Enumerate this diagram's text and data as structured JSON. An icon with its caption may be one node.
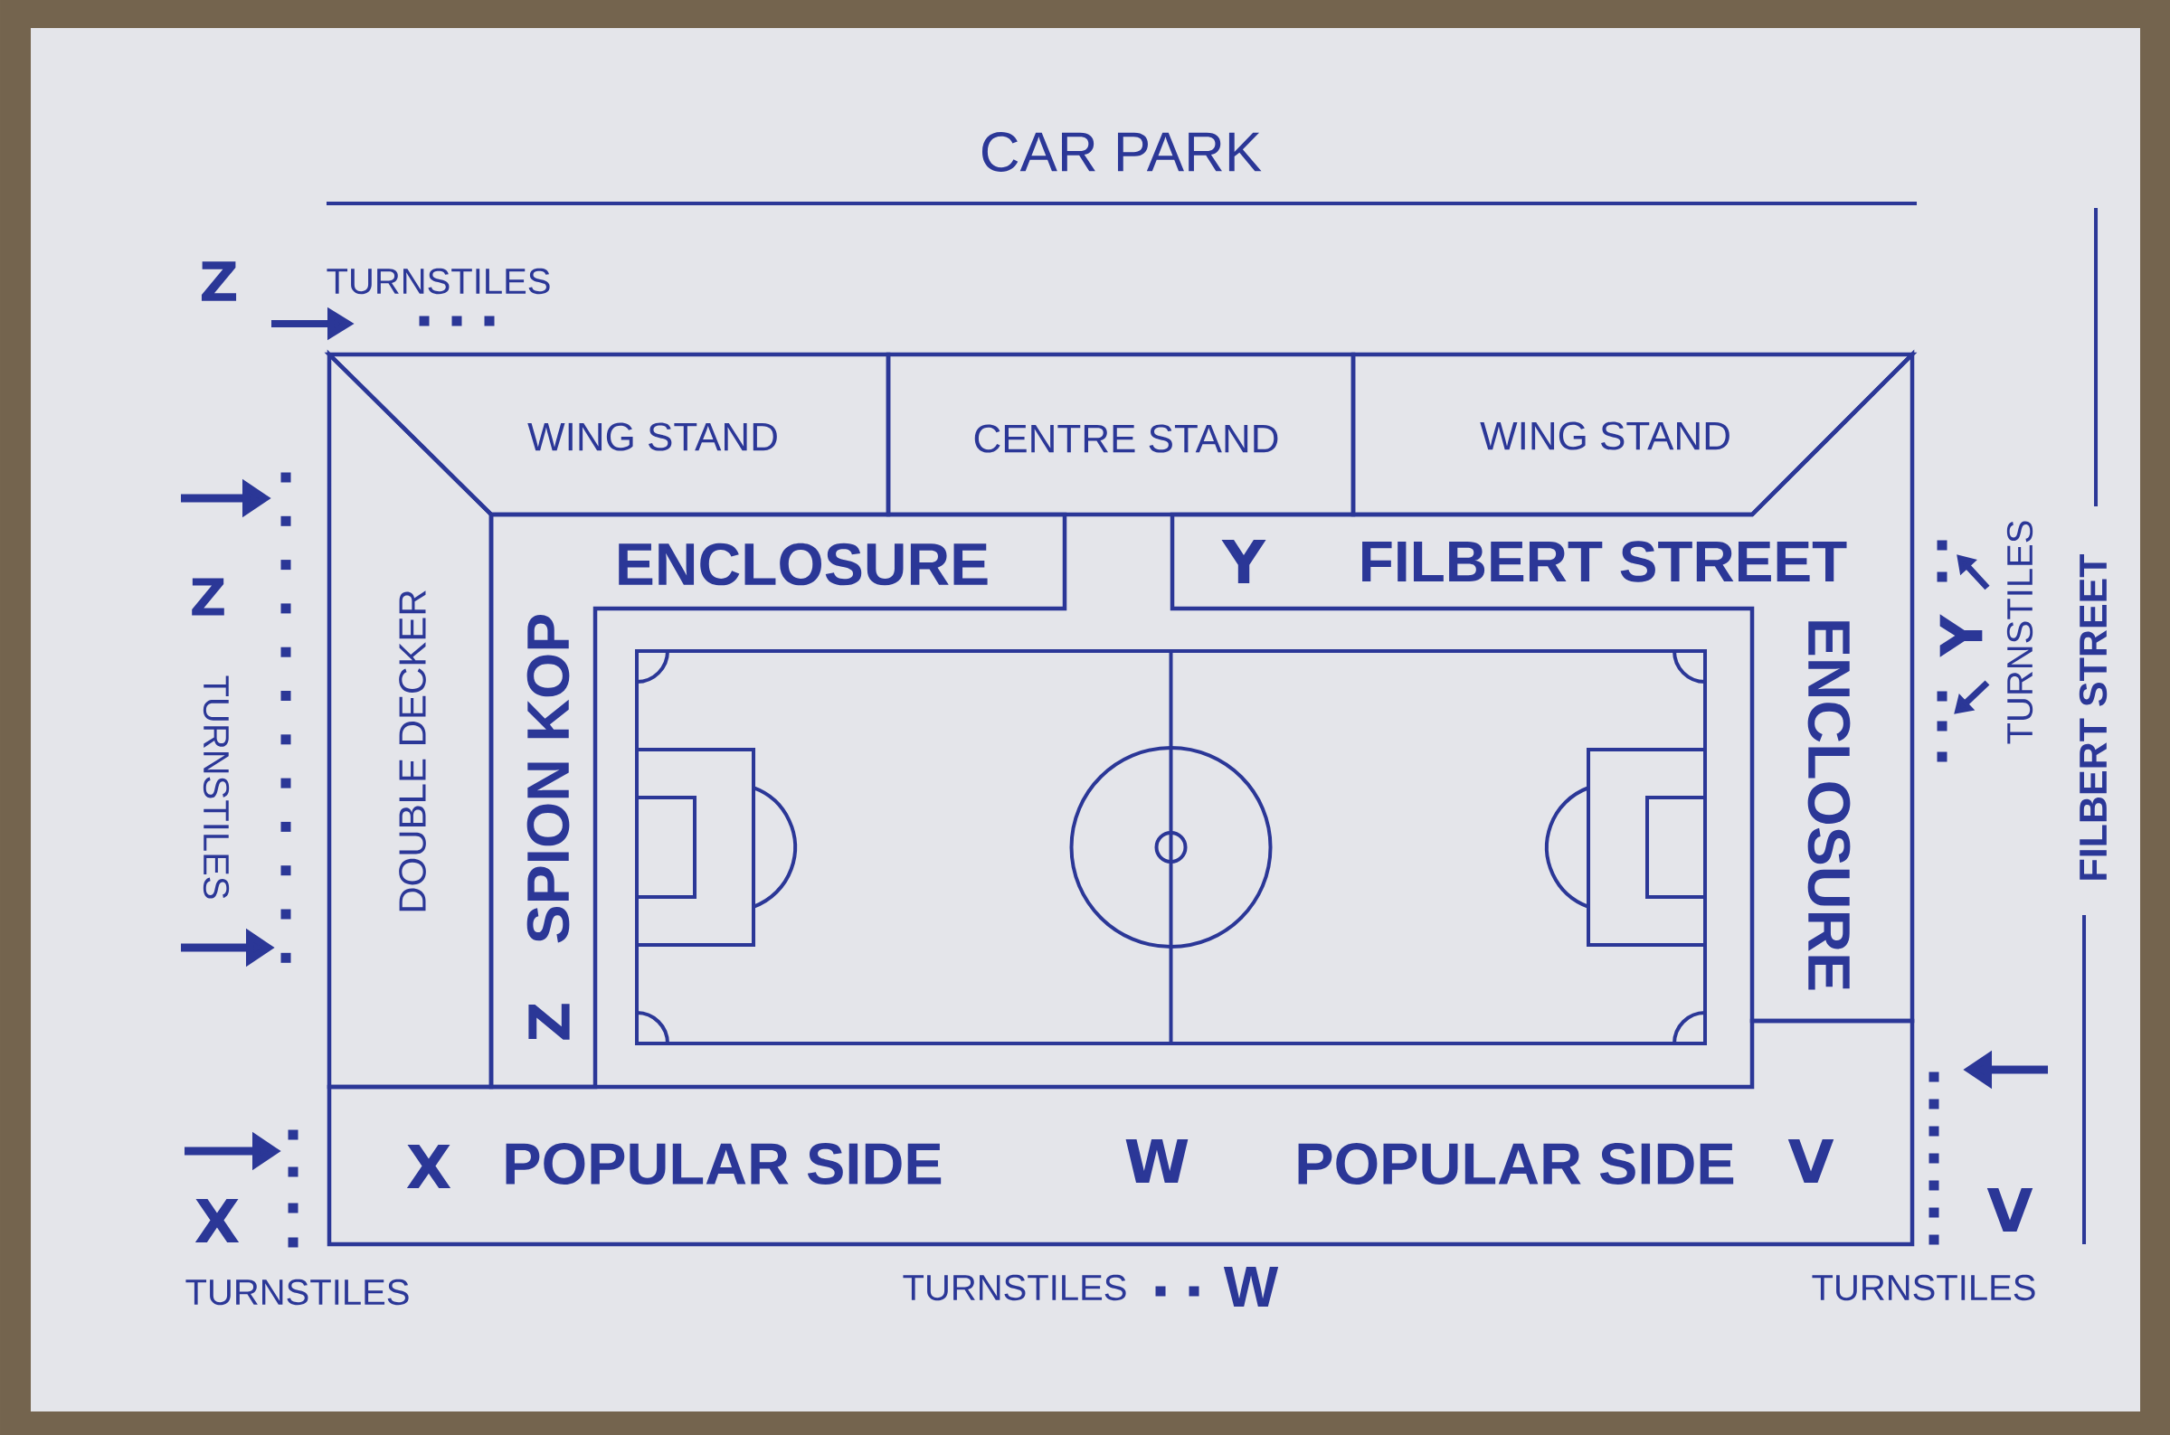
{
  "diagram": {
    "nodes": [
      {
        "text": [
          "WING STAND"
        ]
      },
      {
        "text": [
          "CENTRE STAND"
        ]
      },
      {
        "text": [
          "WING STAND"
        ]
      },
      {
        "text": [
          "DOUBLE DECKER"
        ]
      },
      {
        "text": [
          "ENCLOSURE",
          "SPION KOP",
          "Z"
        ]
      },
      {
        "text": [
          "Y",
          "FILBERT STREET",
          "ENCLOSURE"
        ]
      },
      {
        "text": [
          "X",
          "POPULAR SIDE",
          "W",
          "POPULAR SIDE",
          "V"
        ]
      }
    ],
    "labels": [
      "CAR PARK",
      "Z",
      "TURNSTILES",
      "Z",
      "TURNSTILES",
      "Y",
      "TURNSTILES",
      "FILBERT STREET",
      "X",
      "V",
      "TURNSTILES",
      "TURNSTILES",
      "W",
      "TURNSTILES"
    ]
  }
}
